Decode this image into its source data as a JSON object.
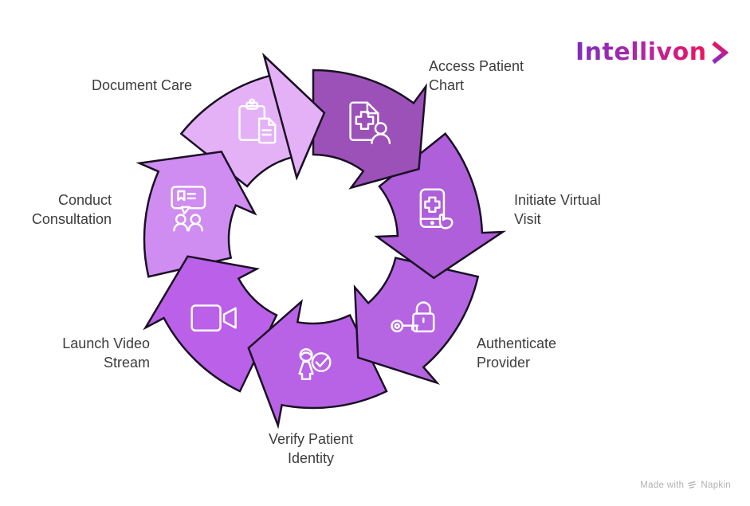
{
  "logo": {
    "text": "Intellivon",
    "chevron_icon": "chevron-right-icon"
  },
  "footer": {
    "prefix": "Made with",
    "brand": "Napkin",
    "icon": "napkin-logo-icon"
  },
  "colors": {
    "background": "#ffffff",
    "label_text": "#3d3d3d",
    "outline": "#1a1024",
    "icon_stroke": "#ffffff",
    "logo_gradient": [
      "#7e2fc0",
      "#b426a0",
      "#ed145e"
    ],
    "footer_text": "#b2b2b2"
  },
  "diagram": {
    "type": "circular-cycle",
    "direction": "clockwise",
    "step_count": 7,
    "steps": [
      {
        "id": "access-patient-chart",
        "label": "Access Patient Chart",
        "line1": "Access Patient",
        "line2": "Chart",
        "icon": "patient-chart-icon",
        "color": "#9c51b8"
      },
      {
        "id": "initiate-virtual-visit",
        "label": "Initiate Virtual Visit",
        "line1": "Initiate Virtual",
        "line2": "Visit",
        "icon": "virtual-visit-phone-icon",
        "color": "#af5fd9"
      },
      {
        "id": "authenticate-provider",
        "label": "Authenticate Provider",
        "line1": "Authenticate",
        "line2": "Provider",
        "icon": "lock-key-icon",
        "color": "#b565e2"
      },
      {
        "id": "verify-patient-identity",
        "label": "Verify Patient Identity",
        "line1": "Verify Patient",
        "line2": "Identity",
        "icon": "person-check-icon",
        "color": "#b863e6"
      },
      {
        "id": "launch-video-stream",
        "label": "Launch Video Stream",
        "line1": "Launch Video",
        "line2": "Stream",
        "icon": "video-camera-icon",
        "color": "#bb61e9"
      },
      {
        "id": "conduct-consultation",
        "label": "Conduct Consultation",
        "line1": "Conduct",
        "line2": "Consultation",
        "icon": "consultation-icon",
        "color": "#cf8cf1"
      },
      {
        "id": "document-care",
        "label": "Document Care",
        "line1": "Document Care",
        "line2": "",
        "icon": "clipboard-icon",
        "color": "#e4b1f7"
      }
    ]
  }
}
